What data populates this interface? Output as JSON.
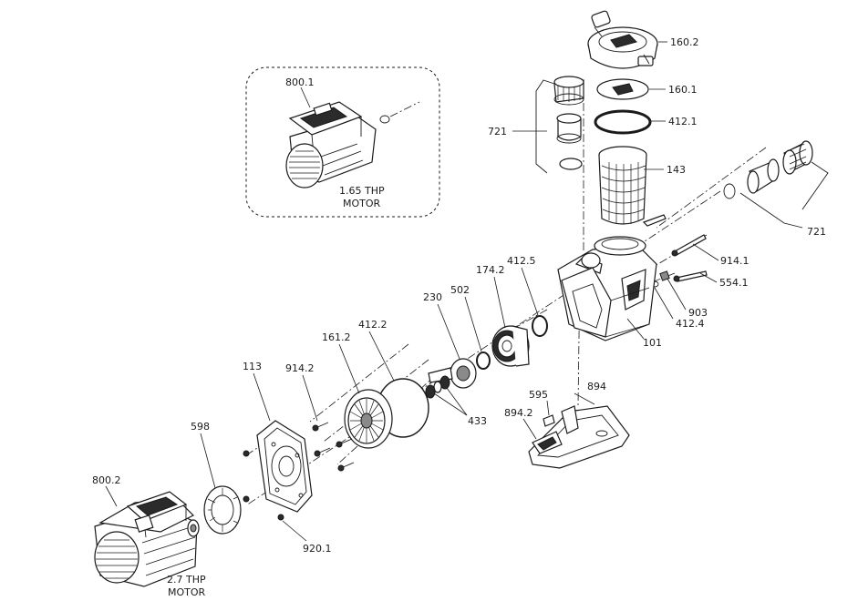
{
  "labels": {
    "l_160_2": "160.2",
    "l_160_1": "160.1",
    "l_412_1": "412.1",
    "l_721_top": "721",
    "l_143": "143",
    "l_721_right": "721",
    "l_914_1": "914.1",
    "l_554_1": "554.1",
    "l_903": "903",
    "l_412_4": "412.4",
    "l_101": "101",
    "l_412_5": "412.5",
    "l_174_2": "174.2",
    "l_502": "502",
    "l_230": "230",
    "l_412_2": "412.2",
    "l_161_2": "161.2",
    "l_914_2": "914.2",
    "l_113": "113",
    "l_433": "433",
    "l_595": "595",
    "l_894": "894",
    "l_894_2": "894.2",
    "l_598": "598",
    "l_800_2": "800.2",
    "l_920_1": "920.1",
    "l_800_1": "800.1"
  },
  "inset_caption": {
    "line1": "1.65 THP",
    "line2": "MOTOR"
  },
  "motor_caption": {
    "line1": "2.7 THP",
    "line2": "MOTOR"
  }
}
